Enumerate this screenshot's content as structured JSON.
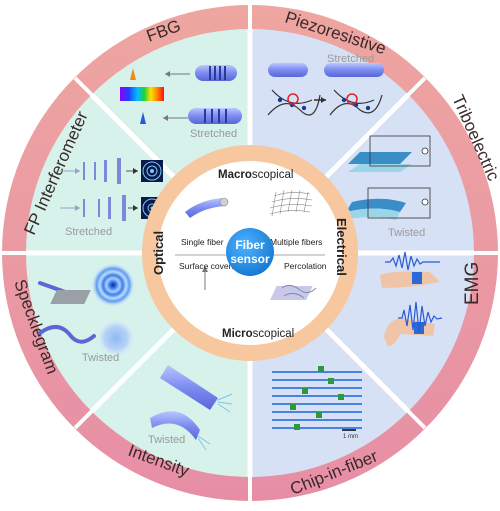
{
  "center": {
    "line1": "Fiber",
    "line2": "sensor"
  },
  "inner": {
    "top_bold": "Macro",
    "top_rest": "scopical",
    "bottom_bold": "Micro",
    "bottom_rest": "scopical",
    "left": "Optical",
    "right": "Electrical",
    "single_fiber": "Single fiber",
    "multiple_fibers": "Multiple fibers",
    "surface_coverage": "Surface coverage",
    "percolation": "Percolation"
  },
  "sectors": {
    "fbg": "FBG",
    "piezoresistive": "Piezoresistive",
    "triboelectric": "Triboelectric",
    "emg": "EMG",
    "chip_in_fiber": "Chip-in-fiber",
    "intensity": "Intensity",
    "specklegram": "Specklegram",
    "fp_interferometer": "FP Interferometer"
  },
  "captions": {
    "fbg_stretched": "Stretched",
    "piezo_stretched": "Stretched",
    "tribo_twisted": "Twisted",
    "fp_stretched": "Stretched",
    "speckle_twisted": "Twisted",
    "intensity_twisted": "Twisted",
    "scale_bar": "1 mm"
  },
  "colors": {
    "outer_ring_top": "#e9a29c",
    "outer_ring_bottom": "#e58fa5",
    "optical_bg": "#d5f2ea",
    "electrical_bg": "#d7e2f5",
    "inner_ring": "#f7c79f",
    "center": "#1f8fe0"
  }
}
